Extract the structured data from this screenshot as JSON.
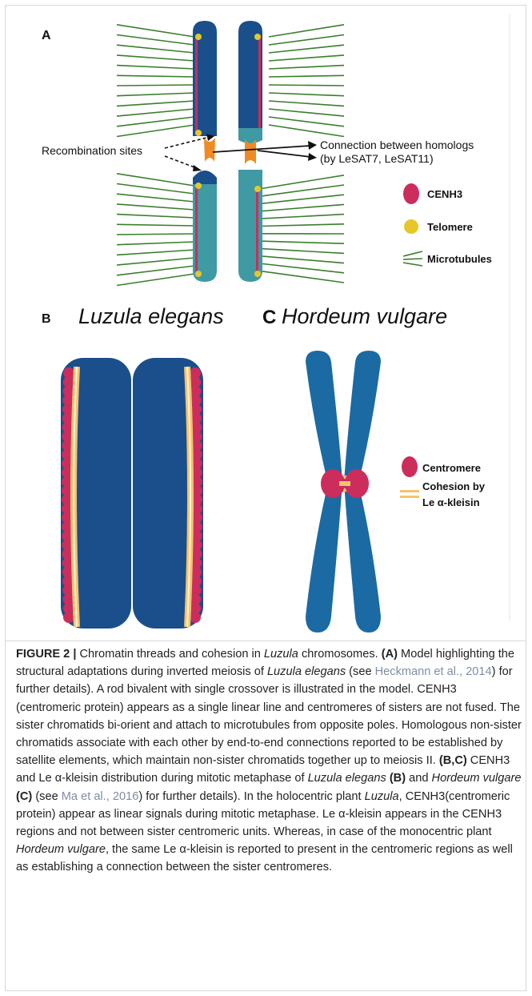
{
  "panel_a": {
    "letter": "A",
    "recombination_label": "Recombination sites",
    "connection_label_1": "Connection between homologs",
    "connection_label_2": "(by LeSAT7, LeSAT11)",
    "legend": [
      {
        "icon": "cenh3-oval-icon",
        "label": "CENH3",
        "color": "#cc2d5c"
      },
      {
        "icon": "telomere-dot-icon",
        "label": "Telomere",
        "color": "#e6c72a"
      },
      {
        "icon": "microtubule-lines-icon",
        "label": "Microtubules",
        "color": "#3a7f2c"
      }
    ]
  },
  "panel_b": {
    "letter": "B",
    "title": "Luzula elegans"
  },
  "panel_c": {
    "letter": "C",
    "title": "Hordeum vulgare",
    "legend": [
      {
        "icon": "centromere-oval-icon",
        "label": "Centromere"
      },
      {
        "icon": "cohesion-lines-icon",
        "label": "Cohesion by",
        "label2": "Le α-kleisin"
      }
    ]
  },
  "colors": {
    "dark_blue": "#1a4f8b",
    "teal": "#3f9aa3",
    "cenh3": "#cc2d5c",
    "orange": "#f08a24",
    "telomere": "#e6c72a",
    "microtubule": "#3a7f2c",
    "hordeum_blue": "#1b6aa3",
    "kleisin": "#f5c26b"
  },
  "caption": {
    "figure_label": "FIGURE 2 |",
    "t1": " Chromatin threads and cohesion in ",
    "t1_i": "Luzula",
    "t1_end": " chromosomes. ",
    "a_label": "(A)",
    "t2": " Model highlighting the structural adaptations during inverted meiosis of ",
    "t2_i": "Luzula elegans",
    "t2_see": " (see ",
    "ref1": "Heckmann et al., 2014",
    "t3": ") for further details). A rod bivalent with single crossover is illustrated in the model. CENH3 (centromeric protein) appears as a single linear line and centromeres of sisters are not fused. The sister chromatids bi-orient and attach to microtubules from opposite poles. Homologous non-sister chromatids associate with each other by end-to-end connections reported to be established by satellite elements, which maintain non-sister chromatids together up to meiosis II. ",
    "bc_label": "(B,C)",
    "t4": " CENH3 and Le α-kleisin distribution during mitotic metaphase of ",
    "t4_i": "Luzula elegans",
    "b_label": "(B)",
    "t4_and": " and ",
    "t4_i2": "Hordeum vulgare",
    "c_label": "(C)",
    "t4_see": " (see ",
    "ref2": "Ma et al., 2016",
    "t5": ") for further details). In the holocentric plant ",
    "t5_i": "Luzula",
    "t6": ", CENH3(centromeric protein) appear as linear signals during mitotic metaphase. Le α-kleisin appears in the CENH3 regions and not between sister centromeric units. Whereas, in case of the monocentric plant ",
    "t6_i": "Hordeum vulgare",
    "t7": ", the same Le α-kleisin is reported to present in the centromeric regions as well as establishing a connection between the sister centromeres."
  }
}
